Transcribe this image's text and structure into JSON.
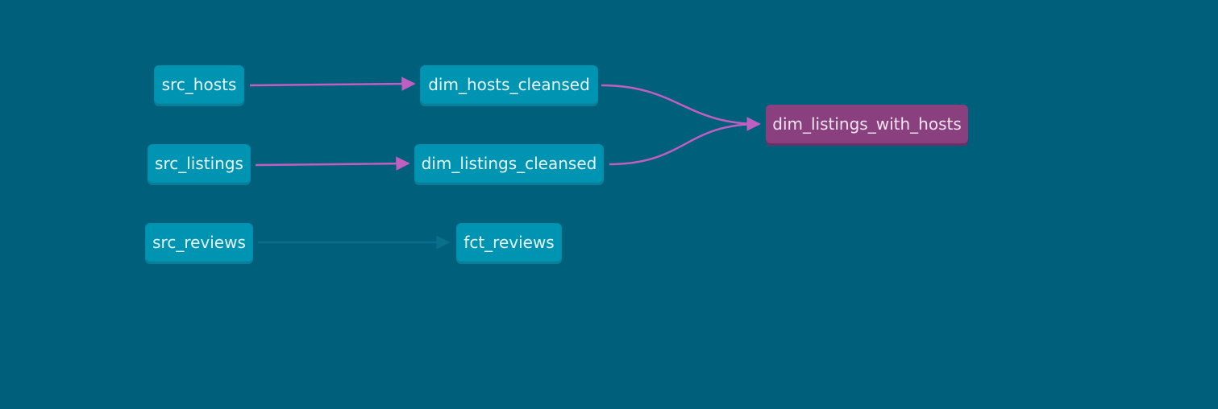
{
  "diagram": {
    "nodes": {
      "src_hosts": "src_hosts",
      "dim_hosts_cleansed": "dim_hosts_cleansed",
      "src_listings": "src_listings",
      "dim_listings_cleansed": "dim_listings_cleansed",
      "src_reviews": "src_reviews",
      "fct_reviews": "fct_reviews",
      "dim_listings_with_hosts": "dim_listings_with_hosts"
    },
    "edges": [
      {
        "from": "src_hosts",
        "to": "dim_hosts_cleansed",
        "highlighted": true
      },
      {
        "from": "src_listings",
        "to": "dim_listings_cleansed",
        "highlighted": true
      },
      {
        "from": "dim_hosts_cleansed",
        "to": "dim_listings_with_hosts",
        "highlighted": true
      },
      {
        "from": "dim_listings_cleansed",
        "to": "dim_listings_with_hosts",
        "highlighted": true
      },
      {
        "from": "src_reviews",
        "to": "fct_reviews",
        "highlighted": false
      }
    ],
    "colors": {
      "background": "#005f7a",
      "node": "#0094b3",
      "selected_node": "#8a3f7e",
      "highlighted_edge": "#c05fc1",
      "dim_edge": "#0a6f8b"
    }
  }
}
